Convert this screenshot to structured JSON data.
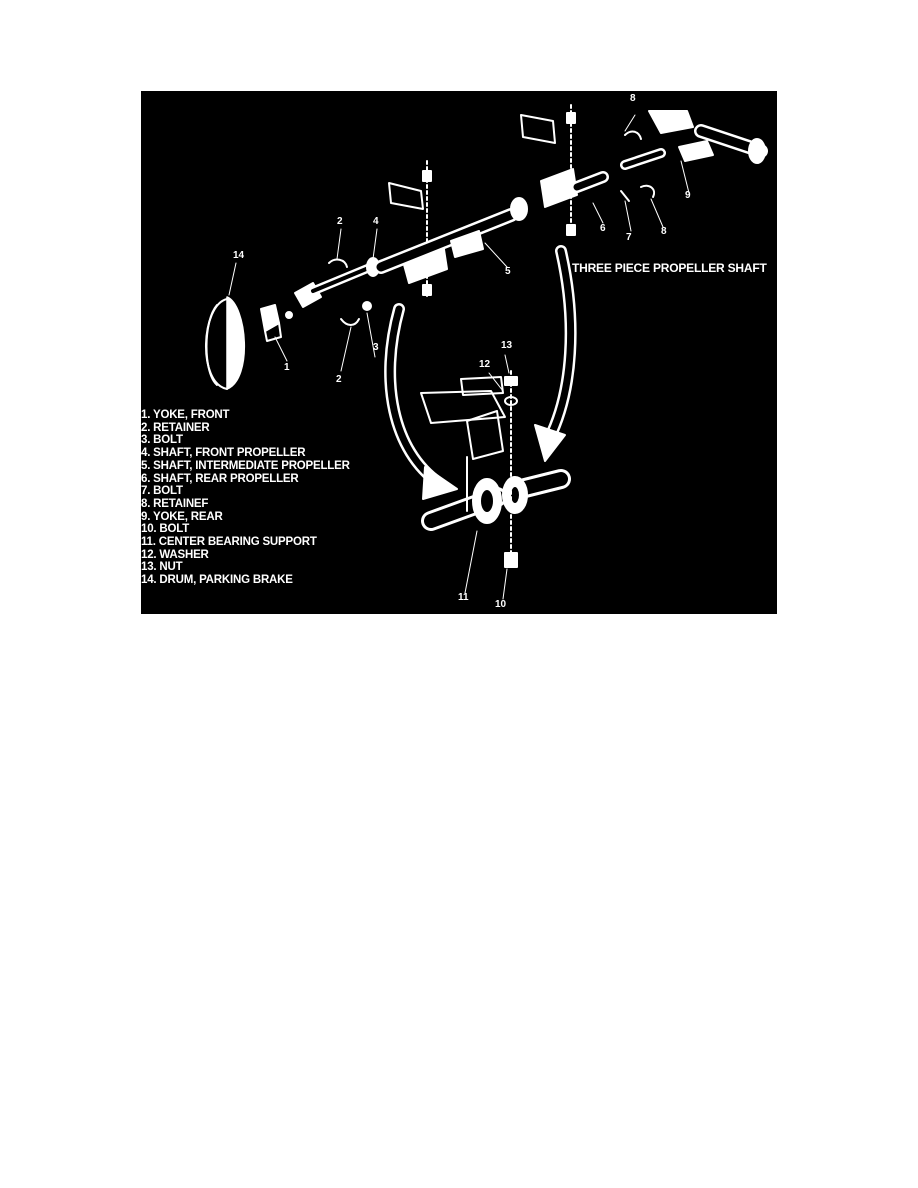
{
  "diagram": {
    "title": "THREE PIECE PROPELLER SHAFT",
    "legend": [
      "1. YOKE, FRONT",
      "2. RETAINER",
      "3. BOLT",
      "4. SHAFT, FRONT PROPELLER",
      "5. SHAFT, INTERMEDIATE PROPELLER",
      "6. SHAFT, REAR PROPELLER",
      "7. BOLT",
      "8. RETAINEF",
      "9. YOKE, REAR",
      "10. BOLT",
      "11. CENTER BEARING SUPPORT",
      "12. WASHER",
      "13. NUT",
      "14. DRUM, PARKING BRAKE"
    ],
    "callouts": {
      "c1": "1",
      "c2a": "2",
      "c2b": "2",
      "c3": "3",
      "c4": "4",
      "c5": "5",
      "c6": "6",
      "c7": "7",
      "c8a": "8",
      "c8b": "8",
      "c9": "9",
      "c10": "10",
      "c11": "11",
      "c12": "12",
      "c13": "13",
      "c14": "14"
    }
  }
}
